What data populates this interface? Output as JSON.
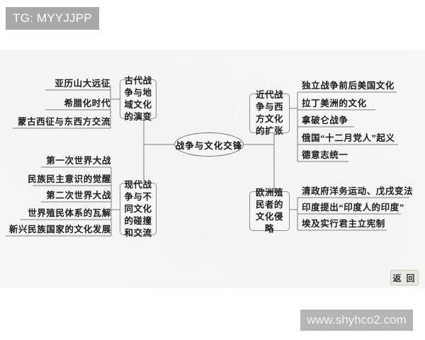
{
  "badge": {
    "label": "TG: MYYJJPP"
  },
  "watermark": {
    "text": "www.shyhco2.com"
  },
  "button": {
    "return_label": "返 回"
  },
  "hub": {
    "label": "战争与文化交锋"
  },
  "branches": {
    "ancient": {
      "node_label": "古代战争与地域文化的演变",
      "leaves": [
        "亚历山大远征",
        "希腊化时代",
        "蒙古西征与东西方交流"
      ]
    },
    "modern": {
      "node_label": "现代战争与不同文化的碰撞和交流",
      "leaves": [
        "第一次世界大战",
        "民族民主意识的觉醒",
        "第二次世界大战",
        "世界殖民体系的瓦解",
        "新兴民族国家的文化发展"
      ]
    },
    "early_modern": {
      "node_label": "近代战争与西方文化的扩张",
      "leaves": [
        "独立战争前后美国文化",
        "拉丁美洲的文化",
        "拿破仑战争",
        "俄国“十二月党人”起义",
        "德意志统一"
      ]
    },
    "colonial": {
      "node_label": "欧洲殖民者的文化侵略",
      "leaves": [
        "清政府洋务运动、戊戌变法",
        "印度提出“印度人的印度”",
        "埃及实行君主立宪制"
      ]
    }
  },
  "colors": {
    "badge_bg": "#a8a8a8",
    "watermark_bg": "#b5b5b5",
    "panel_bg": "#f8f8f6",
    "line": "#7d7d7d",
    "node_border": "#8e8e8e",
    "text": "#1d1d1d"
  }
}
